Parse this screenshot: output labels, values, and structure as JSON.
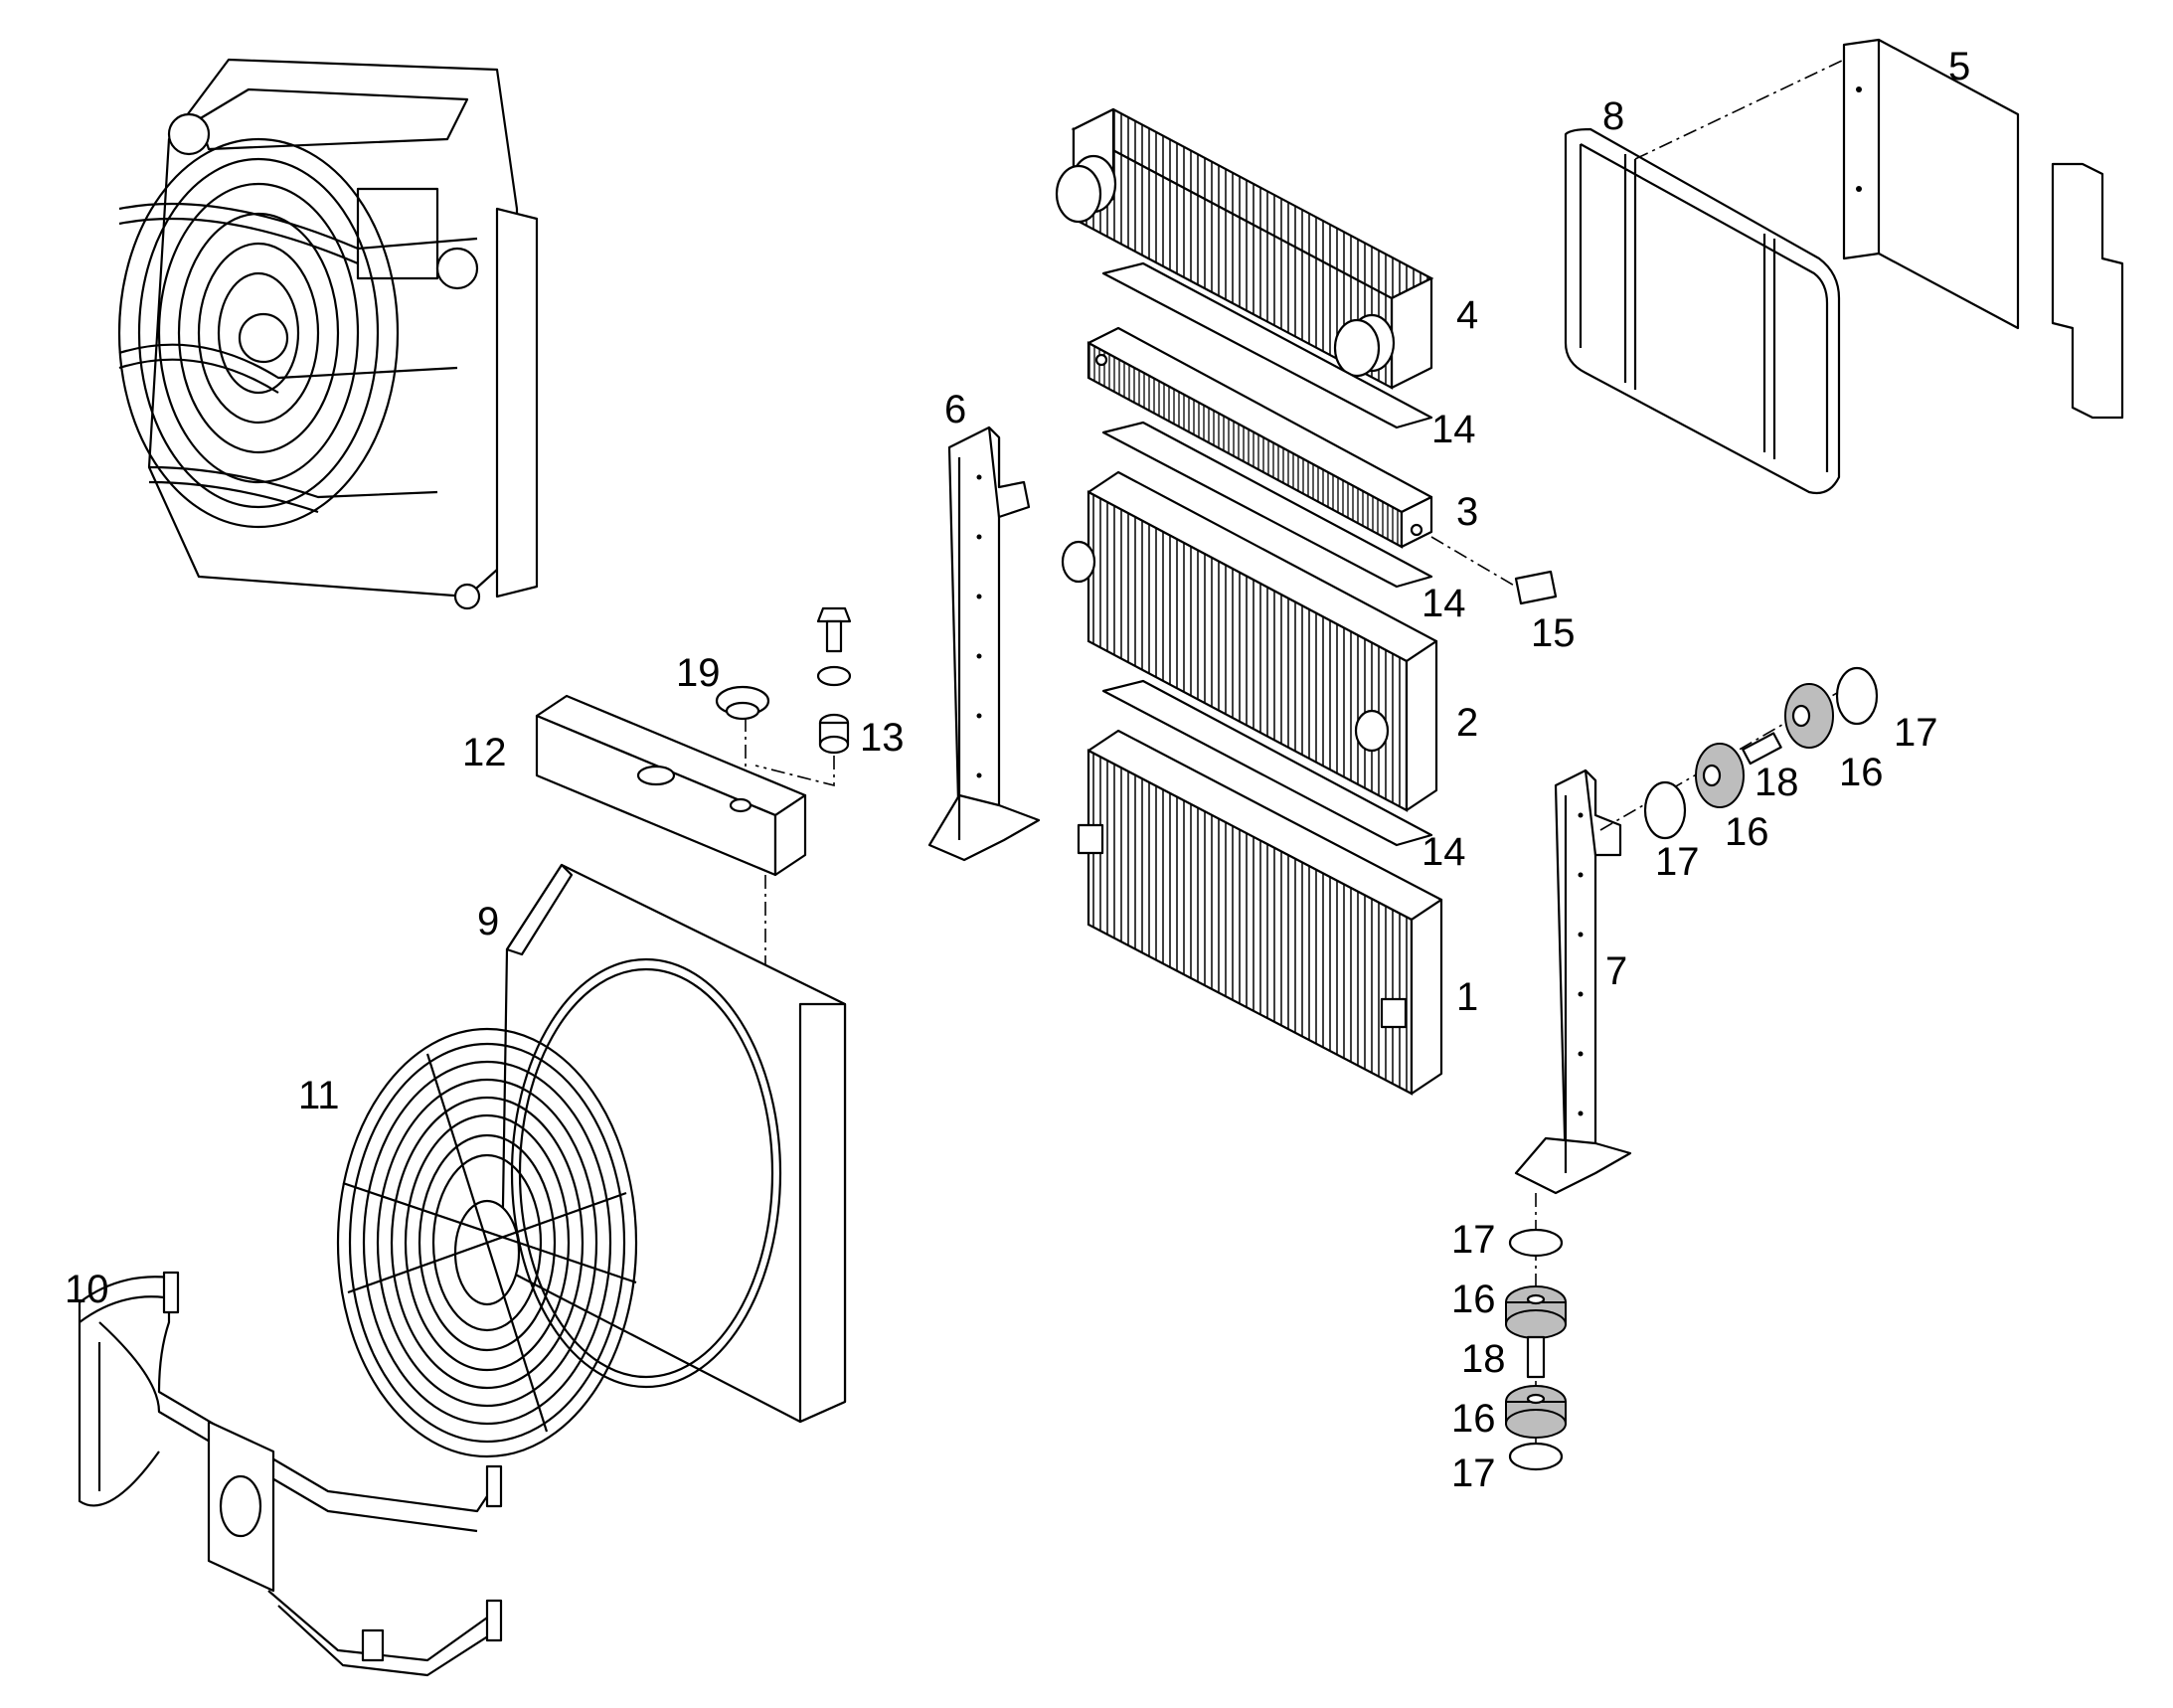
{
  "diagram": {
    "type": "exploded-parts-view",
    "callouts": [
      "1",
      "2",
      "3",
      "4",
      "5",
      "6",
      "7",
      "8",
      "9",
      "10",
      "11",
      "12",
      "13",
      "14",
      "14",
      "14",
      "15",
      "16",
      "16",
      "16",
      "16",
      "17",
      "17",
      "17",
      "17",
      "18",
      "18",
      "19"
    ]
  }
}
